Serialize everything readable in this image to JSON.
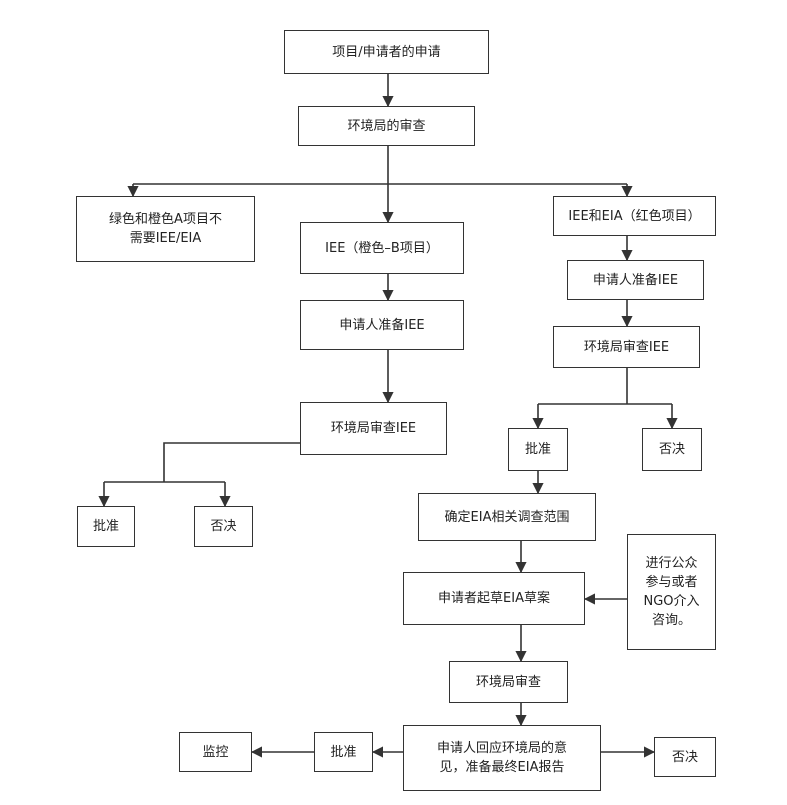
{
  "nodes": {
    "application": "项目/申请者的申请",
    "review1": "环境局的审查",
    "green_orange_a": "绿色和橙色A项目不\n需要IEE/EIA",
    "iee_orange_b": "IEE（橙色–B项目）",
    "iee_eia_red": "IEE和EIA（红色项目）",
    "applicant_prepare_iee_left": "申请人准备IEE",
    "applicant_prepare_iee_right": "申请人准备IEE",
    "review_iee_right": "环境局审查IEE",
    "review_iee_left": "环境局审查IEE",
    "approve_right": "批准",
    "reject_right": "否决",
    "approve_left": "批准",
    "reject_left": "否决",
    "scope_eia": "确定EIA相关调查范围",
    "public_consult": "进行公众\n参与或者\nNGO介入\n咨询。",
    "draft_eia": "申请者起草EIA草案",
    "review_final": "环境局审查",
    "respond_final": "申请人回应环境局的意\n见，准备最终EIA报告",
    "approve_final": "批准",
    "monitor": "监控",
    "reject_final": "否决"
  }
}
